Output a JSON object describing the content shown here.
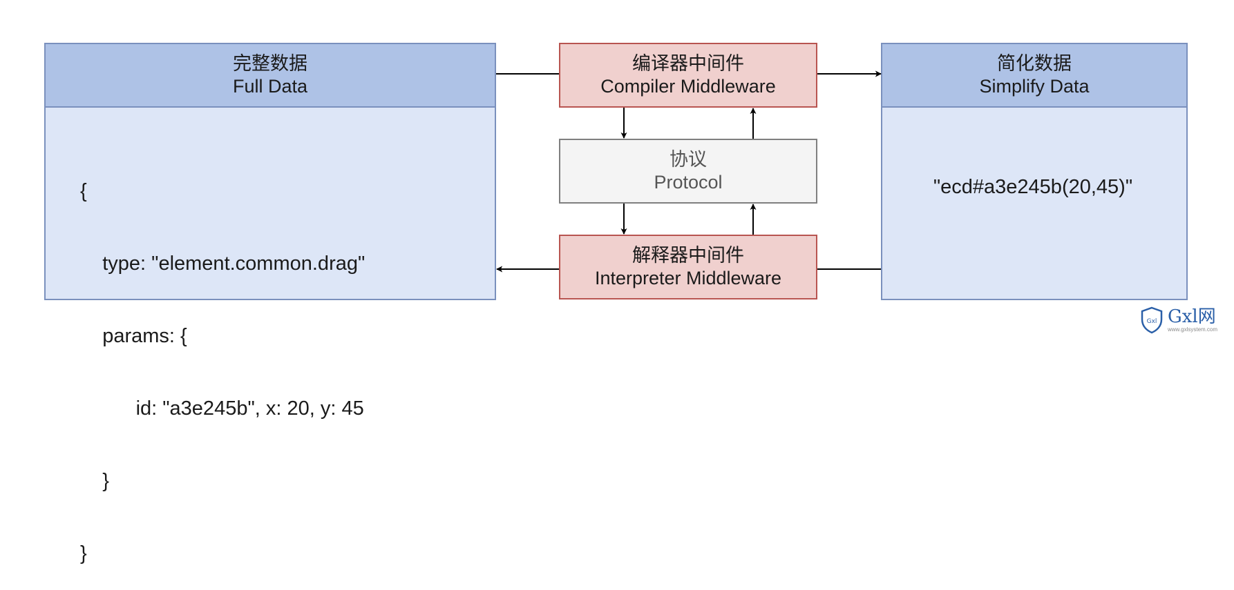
{
  "full_data": {
    "header_zh": "完整数据",
    "header_en": "Full Data",
    "code_lines": [
      "{",
      "    type: \"element.common.drag\"",
      "    params: {",
      "          id: \"a3e245b\", x: 20, y: 45",
      "    }",
      "}"
    ]
  },
  "compiler": {
    "zh": "编译器中间件",
    "en": "Compiler Middleware"
  },
  "protocol": {
    "zh": "协议",
    "en": "Protocol"
  },
  "interpreter": {
    "zh": "解释器中间件",
    "en": "Interpreter Middleware"
  },
  "simplify_data": {
    "header_zh": "简化数据",
    "header_en": "Simplify Data",
    "value": "\"ecd#a3e245b(20,45)\""
  },
  "watermark": {
    "brand": "Gxl网",
    "url": "www.gxlsystem.com",
    "shield_text": "Gxl"
  },
  "colors": {
    "data_header": "#aec2e6",
    "data_body": "#dde6f7",
    "data_border": "#7a90bd",
    "middleware_fill": "#f0d0ce",
    "middleware_border": "#b85450",
    "protocol_fill": "#f4f4f4",
    "protocol_border": "#7f7f7f"
  }
}
